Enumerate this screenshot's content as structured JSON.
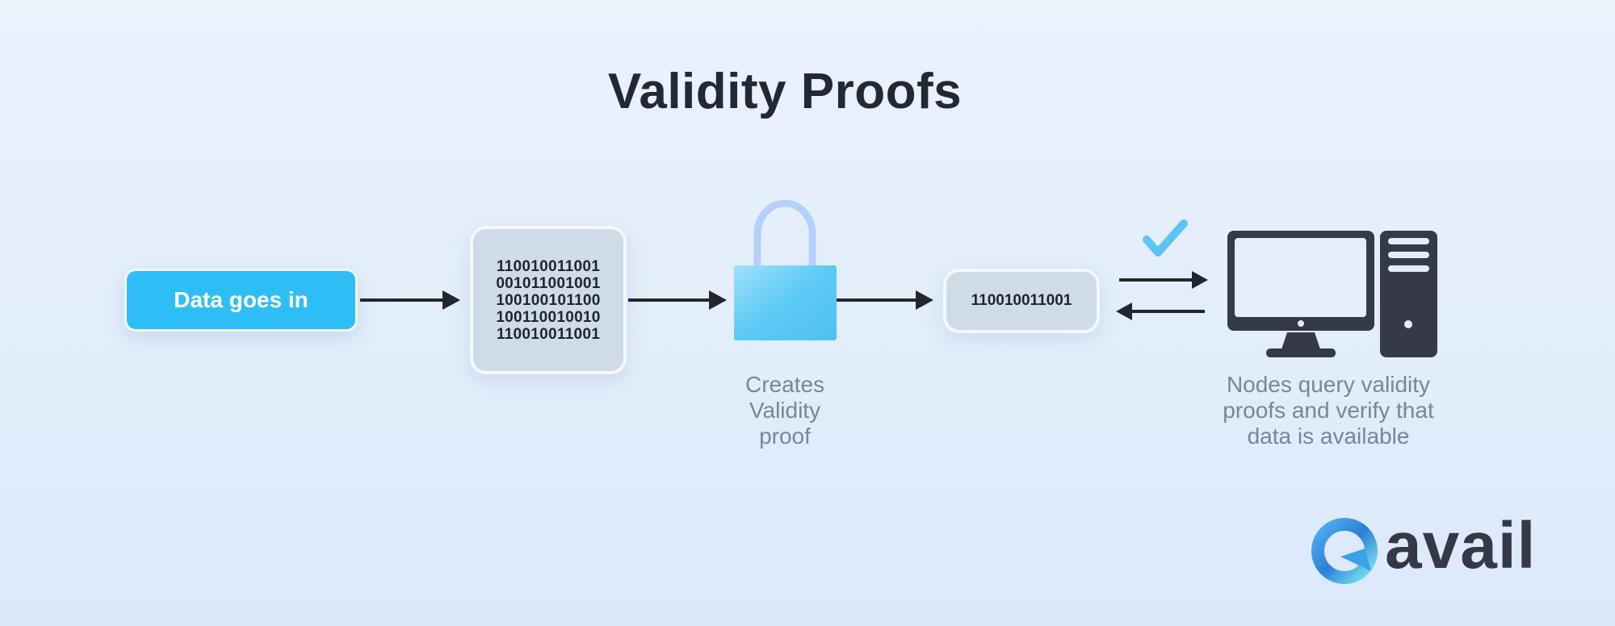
{
  "title": "Validity Proofs",
  "input_label": "Data goes in",
  "binary_block": [
    "110010011001",
    "001011001001",
    "100100101100",
    "100110010010",
    "110010011001"
  ],
  "proof_value": "110010011001",
  "captions": {
    "lock": [
      "Creates",
      "Validity",
      "proof"
    ],
    "nodes": [
      "Nodes query validity",
      "proofs and verify that",
      "data is available"
    ]
  },
  "logo": {
    "text": "avail"
  },
  "colors": {
    "accent": "#2ebef6",
    "dark": "#363a48",
    "text_muted": "#7a8595"
  }
}
